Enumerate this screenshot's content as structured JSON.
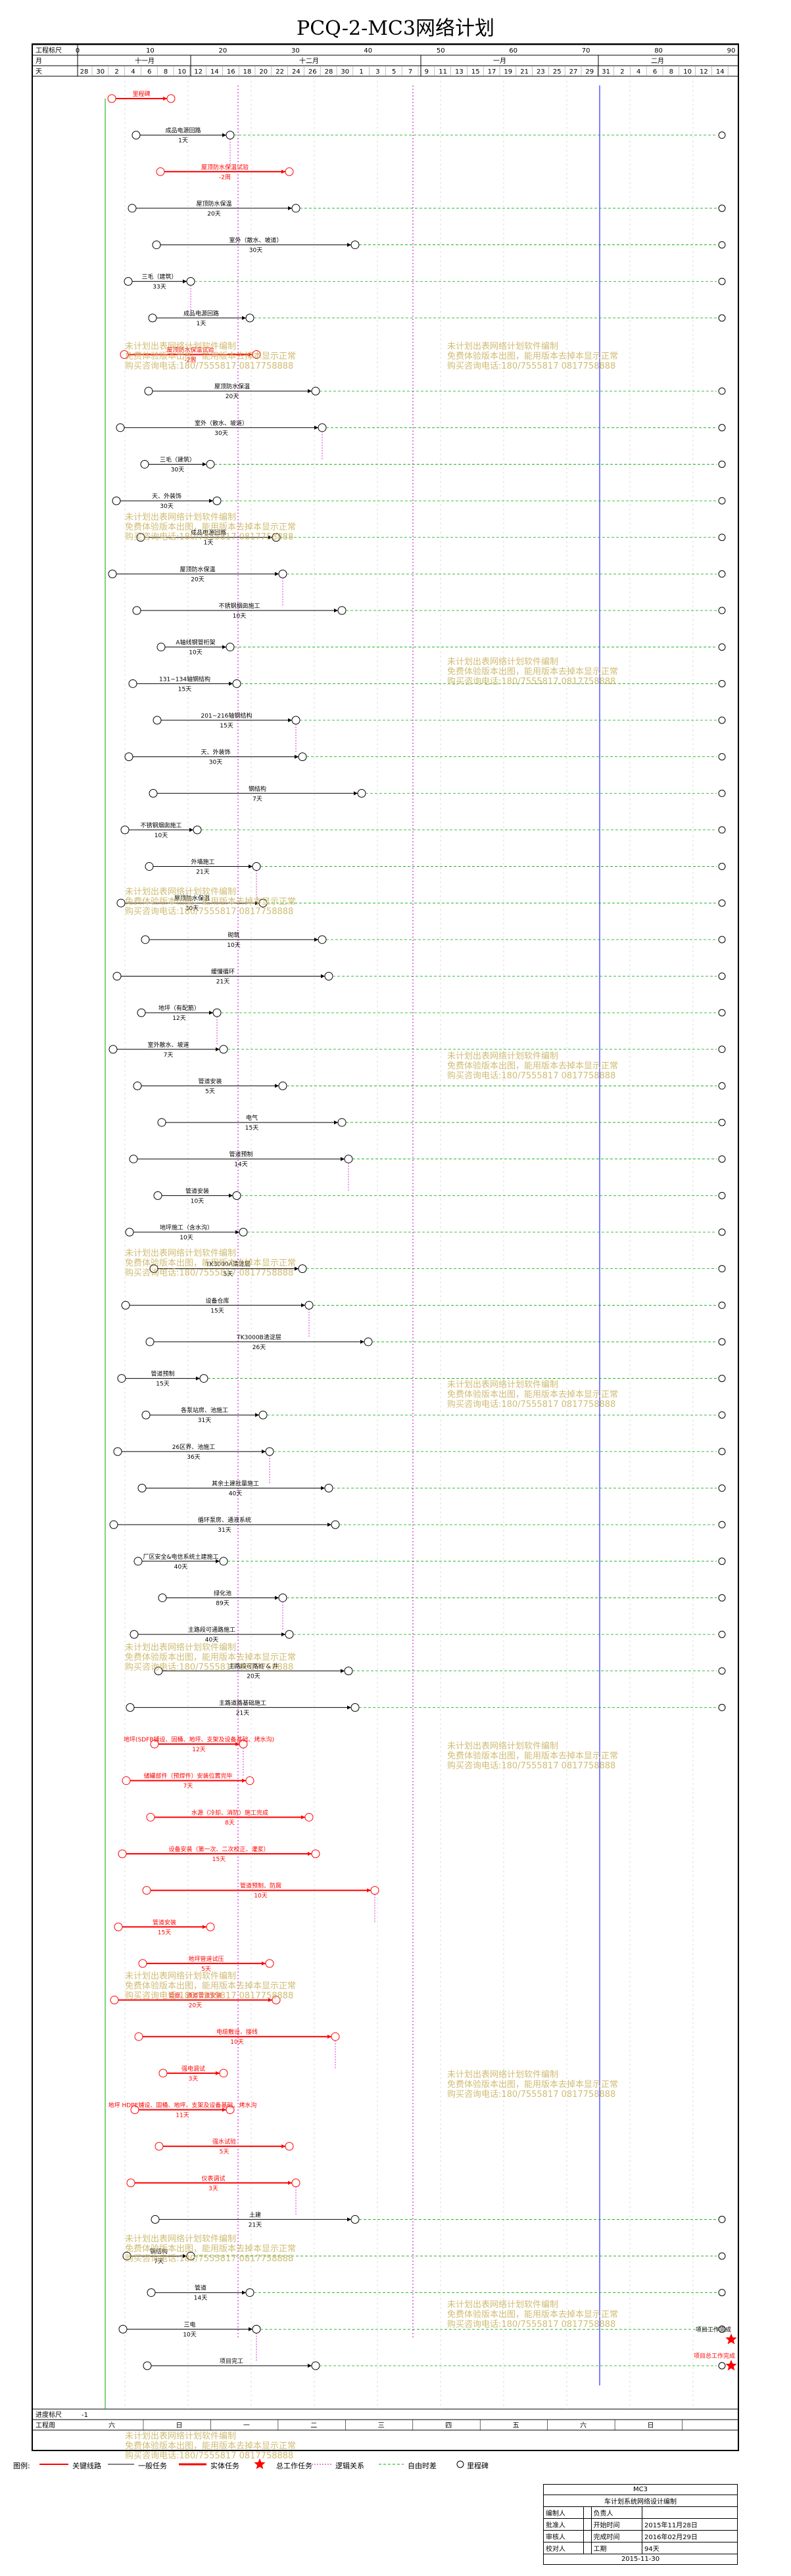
{
  "title": "PCQ-2-MC3网络计划",
  "header": {
    "row_labels": [
      "工程标尺",
      "月",
      "天"
    ],
    "scale_numbers": [
      "0",
      "10",
      "20",
      "30",
      "40",
      "50",
      "60",
      "70",
      "80",
      "90"
    ],
    "months": [
      "十一月",
      "十二月",
      "一月",
      "二月"
    ],
    "days": [
      "28",
      "30",
      "2",
      "4",
      "6",
      "8",
      "10",
      "12",
      "14",
      "16",
      "18",
      "20",
      "22",
      "24",
      "26",
      "28",
      "30",
      "1",
      "3",
      "5",
      "7",
      "9",
      "11",
      "13",
      "15",
      "17",
      "19",
      "21",
      "23",
      "25",
      "27",
      "29",
      "31",
      "2",
      "4",
      "6",
      "8",
      "10",
      "12",
      "14"
    ]
  },
  "footer": {
    "row_labels": [
      "进度标尺",
      "工程周"
    ],
    "scale_start": "-1",
    "weeks": [
      "六",
      "日",
      "一",
      "二",
      "三",
      "四",
      "五",
      "六",
      "日"
    ]
  },
  "tasks": [
    {
      "label": "里程碑",
      "dur": ""
    },
    {
      "label": "成品电源回路",
      "dur": "1天"
    },
    {
      "label": "屋顶防水保温试验",
      "dur": "-2周"
    },
    {
      "label": "屋顶防水保温",
      "dur": "20天"
    },
    {
      "label": "室外（散水、坡道）",
      "dur": "30天"
    },
    {
      "label": "三毛（建筑）",
      "dur": "33天"
    },
    {
      "label": "成品电源回路",
      "dur": "1天"
    },
    {
      "label": "屋顶防水保温试验",
      "dur": "-2周"
    },
    {
      "label": "屋顶防水保温",
      "dur": "20天"
    },
    {
      "label": "室外（散水、坡道）",
      "dur": "30天"
    },
    {
      "label": "三毛（建筑）",
      "dur": "30天"
    },
    {
      "label": "天、外装饰",
      "dur": "30天"
    },
    {
      "label": "成品电源回路",
      "dur": "1天"
    },
    {
      "label": "屋顶防水保温",
      "dur": "20天"
    },
    {
      "label": "不锈钢烟囱施工",
      "dur": "10天"
    },
    {
      "label": "A轴线钢管桁架",
      "dur": "10天"
    },
    {
      "label": "131~134轴钢结构",
      "dur": "15天"
    },
    {
      "label": "201~216轴钢结构",
      "dur": "15天"
    },
    {
      "label": "天、外装饰",
      "dur": "30天"
    },
    {
      "label": "钢结构",
      "dur": "7天"
    },
    {
      "label": "不锈钢烟囱施工",
      "dur": "10天"
    },
    {
      "label": "外墙施工",
      "dur": "21天"
    },
    {
      "label": "屋顶防水保温",
      "dur": "30天"
    },
    {
      "label": "砌筑",
      "dur": "10天"
    },
    {
      "label": "缓慢循环",
      "dur": "21天"
    },
    {
      "label": "地坪（有配筋）",
      "dur": "12天"
    },
    {
      "label": "室外散水、坡道",
      "dur": "7天"
    },
    {
      "label": "管道安装",
      "dur": "5天"
    },
    {
      "label": "电气",
      "dur": "15天"
    },
    {
      "label": "管道预制",
      "dur": "14天"
    },
    {
      "label": "管道安装",
      "dur": "10天"
    },
    {
      "label": "地坪施工（含水沟）",
      "dur": "10天"
    },
    {
      "label": "TK3000A清淀层",
      "dur": "5天"
    },
    {
      "label": "设备仓库",
      "dur": "15天"
    },
    {
      "label": "TK3000B清淀层",
      "dur": "26天"
    },
    {
      "label": "管道预制",
      "dur": "15天"
    },
    {
      "label": "各泵站房、池施工",
      "dur": "31天"
    },
    {
      "label": "26区界、池施工",
      "dur": "36天"
    },
    {
      "label": "其余土建批量施工",
      "dur": "40天"
    },
    {
      "label": "循环泵房、通液系统",
      "dur": "31天"
    },
    {
      "label": "厂区安全&电信系统土建施工",
      "dur": "40天"
    },
    {
      "label": "绿化池",
      "dur": "89天"
    },
    {
      "label": "主路段可通路施工",
      "dur": "40天"
    },
    {
      "label": "主路段可路桩 & 井",
      "dur": "20天"
    },
    {
      "label": "主路道路基础施工",
      "dur": "21天"
    },
    {
      "label": "地坪(SDFB铺设、固桶、地坪、支架及设备基础、烤水沟)",
      "dur": "12天"
    },
    {
      "label": "储罐部件（预焊件）安装位置完毕",
      "dur": "7天"
    },
    {
      "label": "水源（冷却、消防）施工完成",
      "dur": "8天"
    },
    {
      "label": "设备安装（第一次、二次校正、灌浆）",
      "dur": "15天"
    },
    {
      "label": "管道预制、防腐",
      "dur": "10天"
    },
    {
      "label": "管道安装",
      "dur": "15天"
    },
    {
      "label": "地坪管道试压",
      "dur": "5天"
    },
    {
      "label": "管廊、通道管道安装",
      "dur": "20天"
    },
    {
      "label": "电缆敷设、接线",
      "dur": "10天"
    },
    {
      "label": "强电调试",
      "dur": "3天"
    },
    {
      "label": "地坪 HDPE铺设、固桶、地坪、支架及设备基础、烤水沟",
      "dur": "11天"
    },
    {
      "label": "强水试验",
      "dur": "5天"
    },
    {
      "label": "仪表调试",
      "dur": "3天"
    },
    {
      "label": "土建",
      "dur": "21天"
    },
    {
      "label": "钢结构",
      "dur": "7天"
    },
    {
      "label": "管道",
      "dur": "14天"
    },
    {
      "label": "三电",
      "dur": "10天"
    },
    {
      "label": "项目完工",
      "dur": ""
    }
  ],
  "final_notes": [
    "项目工作完成",
    "项目总工作完成"
  ],
  "watermark_lines": [
    "未计划出表网络计划软件编制",
    "免费体验版本出图，能用版本去掉本显示正常",
    "购买咨询电话:180/7555817 0817758888"
  ],
  "legend": {
    "title": "图例:",
    "items": [
      "关键线路",
      "一般任务",
      "实体任务",
      "总工作任务",
      "逻辑关系",
      "自由时差",
      "里程碑"
    ]
  },
  "info_table": {
    "rows": [
      [
        "MC3",
        "",
        "",
        ""
      ],
      [
        "车计划系统网络设计编制",
        "",
        "",
        ""
      ],
      [
        "编制人",
        "",
        "负责人",
        ""
      ],
      [
        "批准人",
        "",
        "开始时间",
        "2015年11月28日"
      ],
      [
        "审核人",
        "",
        "完成时间",
        "2016年02月29日"
      ],
      [
        "校对人",
        "",
        "工期",
        "94天"
      ],
      [
        "",
        "",
        "",
        "2015-11-30"
      ]
    ]
  },
  "colors": {
    "critical": "#ff0000",
    "normal": "#000000",
    "link": "#cc00cc",
    "free": "#00aa00",
    "wm": "#c8b05a",
    "today": "#0000ff"
  }
}
